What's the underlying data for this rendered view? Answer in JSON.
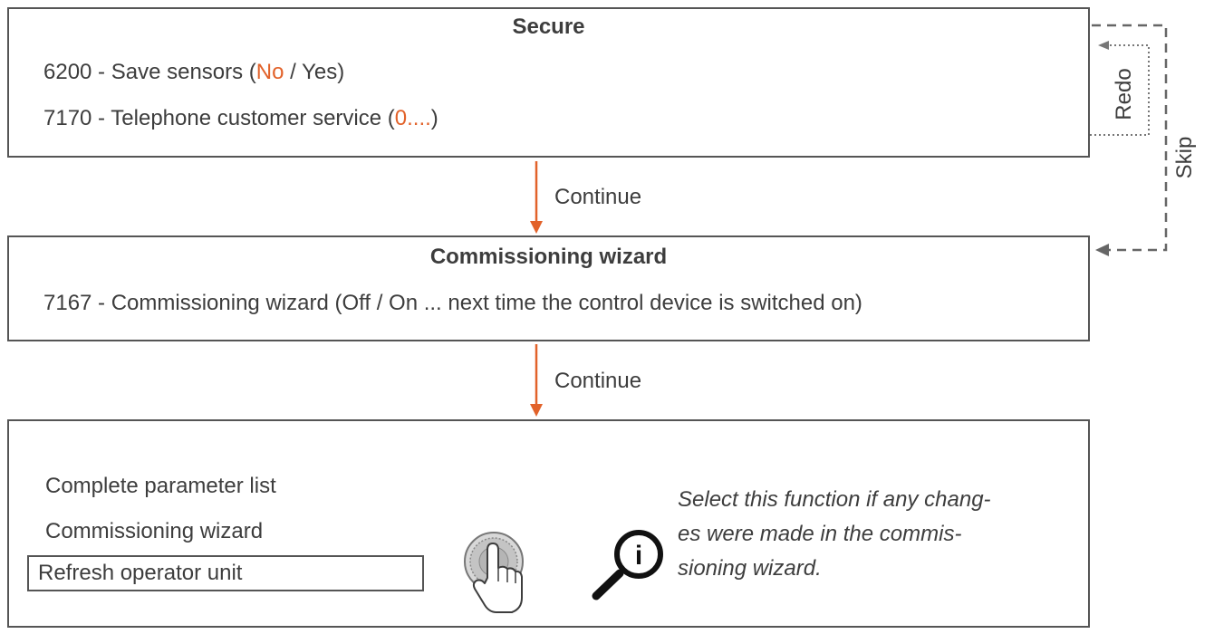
{
  "secure_box": {
    "title": "Secure",
    "line1": {
      "prefix": "6200 - Save sensors (",
      "highlight": "No",
      "suffix": " / Yes)"
    },
    "line2": {
      "prefix": "7170 - Telephone customer service (",
      "highlight": "0....",
      "suffix": ")"
    }
  },
  "flow": {
    "continue_1": "Continue",
    "continue_2": "Continue",
    "redo": "Redo",
    "skip": "Skip"
  },
  "wizard_box": {
    "title": "Commissioning wizard",
    "line1": "7167 - Commissioning wizard (Off / On ... next time the control device is switched on)"
  },
  "menu_box": {
    "items": [
      "Complete parameter list",
      "Commissioning wizard",
      "Refresh operator unit"
    ],
    "selected_index": 2,
    "info_icon": "magnifier-info-icon",
    "info_letter": "i",
    "knob_icon": "rotary-knob-hand-icon",
    "info_text": "Select this function if any changes were made in the commissioning wizard.",
    "info_lines": [
      "Select this function if any chang-",
      "es were made in the commis-",
      "sioning wizard."
    ]
  },
  "colors": {
    "accent": "#e2622a",
    "border": "#555555",
    "text": "#3d3d3d"
  }
}
